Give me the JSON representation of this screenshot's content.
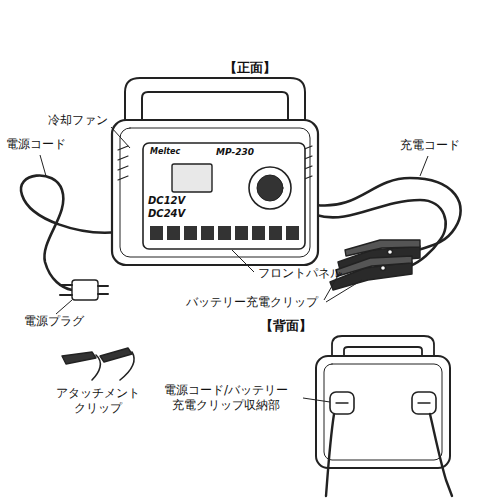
{
  "diagram": {
    "labels": [
      "【正面】",
      "冷却ファン",
      "電源コード",
      "充電コード",
      "Meltec",
      "MP-230",
      "DC12V",
      "DC24V",
      "フロントパネル",
      "電源プラグ",
      "バッテリー充電クリップ",
      "【背面】",
      "アタッチメント クリップ",
      "電源コード/バッテリー 充電クリップ収納部"
    ]
  }
}
